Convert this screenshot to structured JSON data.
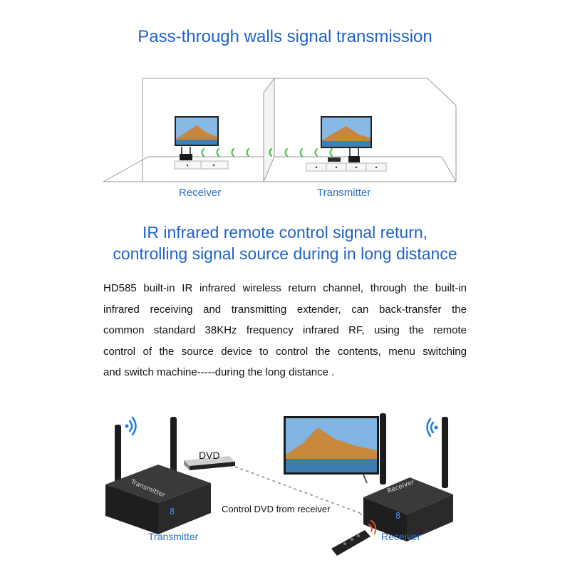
{
  "top_section": {
    "title": "Pass-through walls signal transmission",
    "left_label": "Receiver",
    "right_label": "Transmitter"
  },
  "ir_section": {
    "title_line1": "IR infrared remote control signal return,",
    "title_line2": "controlling signal source during in long distance",
    "description_lines": [
      "HD585 built-in IR infrared wireless return channel, through the built-in",
      "infrared receiving and transmitting extender, can back-transfer the",
      "common standard 38KHz frequency infrared RF, using the remote",
      "control of the source device to control the contents, menu switching",
      "and switch machine-----during the long distance ."
    ]
  },
  "bottom_section": {
    "dvd_label": "DVD",
    "caption": "Control DVD from receiver",
    "transmitter_label": "Transmitter",
    "receiver_label": "Receiver",
    "transmitter_device_text": "Transmitter",
    "receiver_device_text": "Receiver",
    "display_digit": "8"
  },
  "colors": {
    "heading_blue": "#1f63c9",
    "label_blue": "#2b6fc7",
    "signal_green": "#3fbf3f",
    "wifi_blue": "#1e7be0"
  }
}
